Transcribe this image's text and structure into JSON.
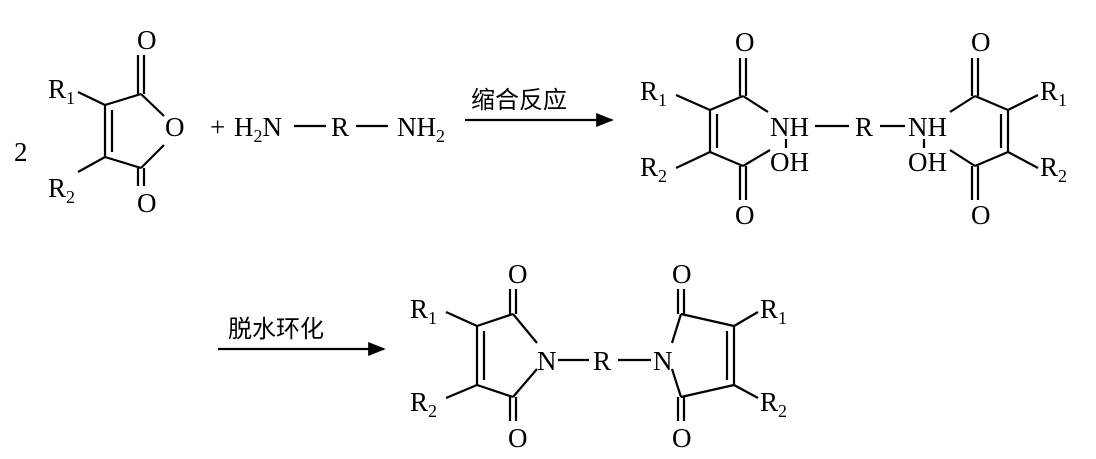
{
  "reactant": {
    "coefficient": "2",
    "r1": "R",
    "r1_sub": "1",
    "r2": "R",
    "r2_sub": "2",
    "o_top": "O",
    "o_ring": "O",
    "o_bottom": "O"
  },
  "plus": "+",
  "diamine": {
    "h": "H",
    "h_sub": "2",
    "n_left": "N",
    "r": "R",
    "nh": "NH",
    "nh_sub": "2"
  },
  "steps": {
    "step1_label": "缩合反应",
    "step2_label": "脱水环化"
  },
  "intermediate": {
    "r1": "R",
    "r1_sub": "1",
    "r2": "R",
    "r2_sub": "2",
    "o": "O",
    "nh": "NH",
    "oh": "OH",
    "r": "R"
  },
  "product": {
    "r1": "R",
    "r1_sub": "1",
    "r2": "R",
    "r2_sub": "2",
    "o": "O",
    "n": "N",
    "r": "R"
  }
}
